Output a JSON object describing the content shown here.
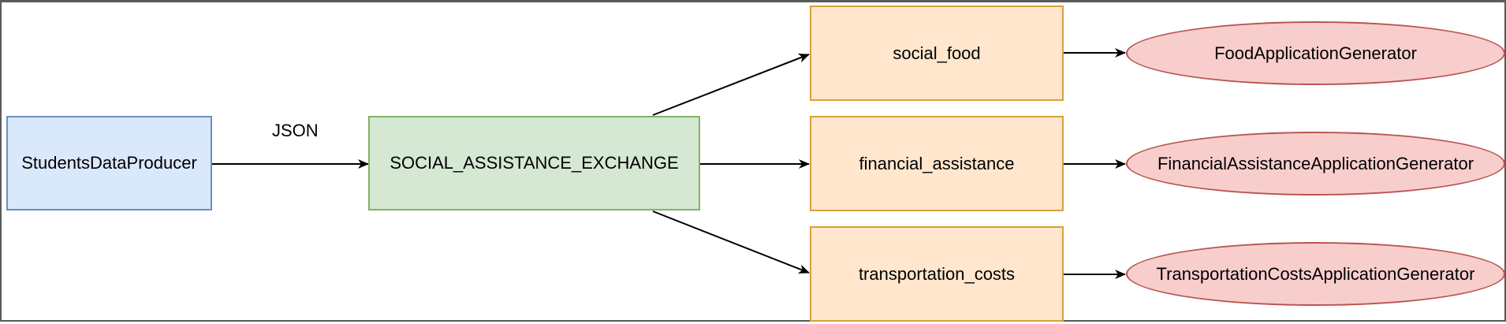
{
  "diagram": {
    "producer": {
      "label": "StudentsDataProducer",
      "fill": "#dae8fc",
      "stroke": "#6c8ebf"
    },
    "exchange": {
      "label": "SOCIAL_ASSISTANCE_EXCHANGE",
      "fill": "#d5e8d4",
      "stroke": "#82b366"
    },
    "edge_label": "JSON",
    "queues": [
      {
        "label": "social_food",
        "fill": "#ffe6cc",
        "stroke": "#d6a13a"
      },
      {
        "label": "financial_assistance",
        "fill": "#ffe6cc",
        "stroke": "#d6a13a"
      },
      {
        "label": "transportation_costs",
        "fill": "#ffe6cc",
        "stroke": "#d6a13a"
      }
    ],
    "consumers": [
      {
        "label": "FoodApplicationGenerator",
        "fill": "#f8cecc",
        "stroke": "#b85450"
      },
      {
        "label": "FinancialAssistanceApplicationGenerator",
        "fill": "#f8cecc",
        "stroke": "#b85450"
      },
      {
        "label": "TransportationCostsApplicationGenerator",
        "fill": "#f8cecc",
        "stroke": "#b85450"
      }
    ],
    "edge_color": "#000000"
  }
}
